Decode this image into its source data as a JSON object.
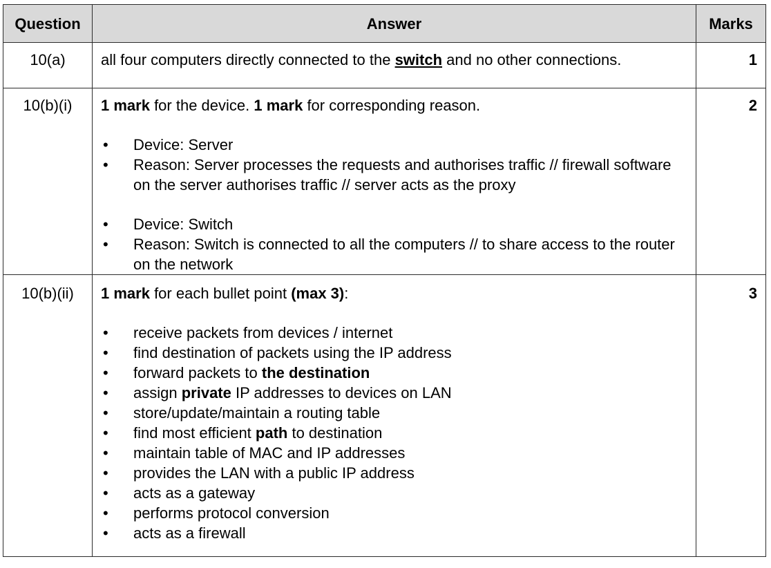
{
  "headers": {
    "question": "Question",
    "answer": "Answer",
    "marks": "Marks"
  },
  "rows": [
    {
      "question": "10(a)",
      "answer": {
        "pre": "all four computers directly connected to the ",
        "emph": "switch",
        "post": " and no other connections."
      },
      "marks": "1"
    },
    {
      "question": "10(b)(i)",
      "intro": {
        "b1": "1 mark",
        "t1": " for the device. ",
        "b2": "1 mark",
        "t2": " for corresponding reason."
      },
      "group1": [
        "Device: Server",
        "Reason: Server processes the requests and authorises traffic // firewall software on the server authorises traffic // server acts as the proxy"
      ],
      "group2": [
        "Device: Switch",
        "Reason: Switch is connected to all the computers // to share access to the router on the network"
      ],
      "marks": "2"
    },
    {
      "question": "10(b)(ii)",
      "intro": {
        "b1": "1 mark",
        "t1": " for each bullet point ",
        "b2": "(max 3)",
        "t2": ":"
      },
      "bullets": [
        {
          "pre": "receive packets from devices / internet",
          "bold": "",
          "post": ""
        },
        {
          "pre": "find destination of packets using the IP address",
          "bold": "",
          "post": ""
        },
        {
          "pre": "forward packets to ",
          "bold": "the destination",
          "post": ""
        },
        {
          "pre": "assign ",
          "bold": "private",
          "post": " IP addresses to devices on LAN"
        },
        {
          "pre": "store/update/maintain a routing table",
          "bold": "",
          "post": ""
        },
        {
          "pre": "find most efficient ",
          "bold": "path",
          "post": " to destination"
        },
        {
          "pre": "maintain table of MAC and IP addresses",
          "bold": "",
          "post": ""
        },
        {
          "pre": "provides the LAN with a public IP address",
          "bold": "",
          "post": ""
        },
        {
          "pre": "acts as a gateway",
          "bold": "",
          "post": ""
        },
        {
          "pre": "performs protocol conversion",
          "bold": "",
          "post": ""
        },
        {
          "pre": "acts as a firewall",
          "bold": "",
          "post": ""
        }
      ],
      "marks": "3"
    }
  ]
}
